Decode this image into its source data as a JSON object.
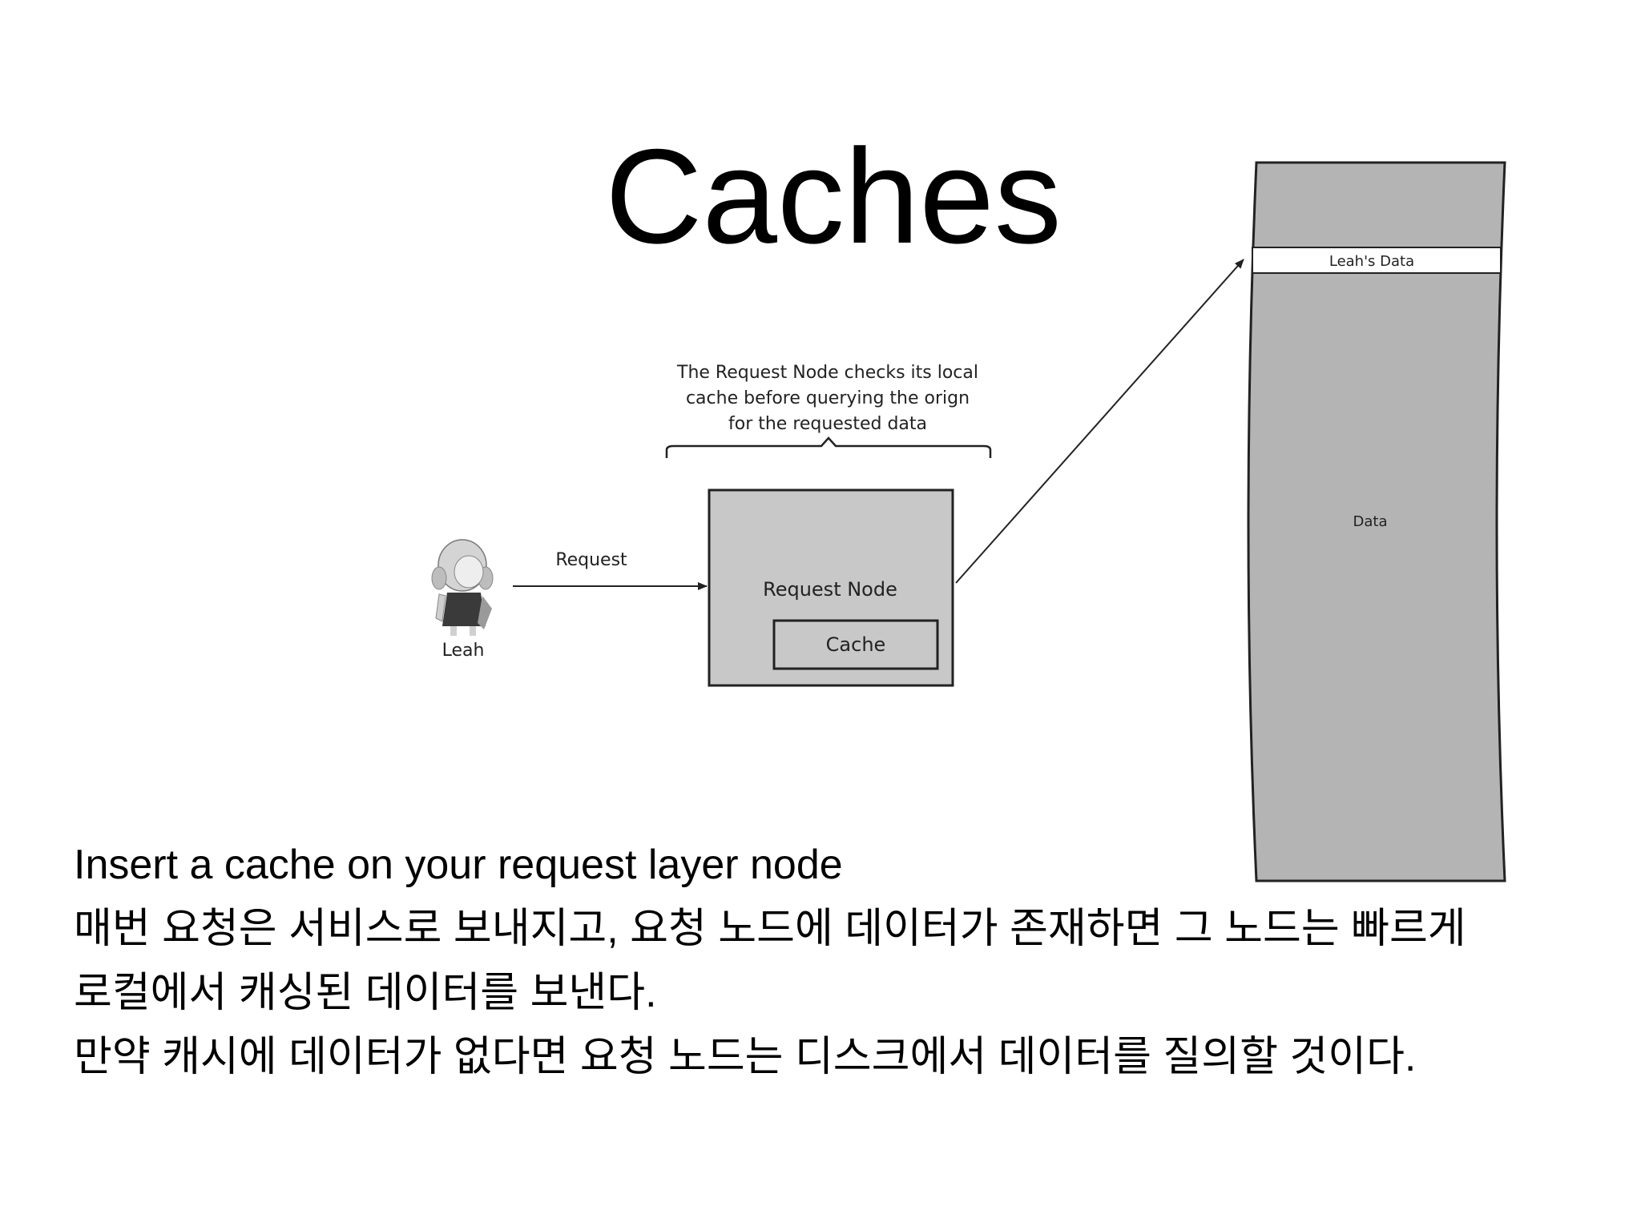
{
  "title": "Caches",
  "diagram": {
    "user_label": "Leah",
    "request_label": "Request",
    "annotation_lines": [
      "The Request Node checks its local",
      "cache before querying the orign",
      "for the requested data"
    ],
    "request_node_label": "Request Node",
    "cache_label": "Cache",
    "storage_record_label": "Leah's Data",
    "storage_label": "Data",
    "colors": {
      "node_fill": "#c8c8c8",
      "storage_fill": "#b4b4b4",
      "stroke": "#222222"
    },
    "icons": [
      "user-figure-icon",
      "arrow-right-icon",
      "arrow-diagonal-icon",
      "curly-brace-icon"
    ]
  },
  "body_lines": [
    "Insert a cache on your request layer node",
    "매번 요청은 서비스로 보내지고, 요청 노드에 데이터가 존재하면 그 노드는 빠르게",
    "로컬에서 캐싱된 데이터를 보낸다.",
    "만약 캐시에 데이터가 없다면 요청 노드는 디스크에서 데이터를 질의할 것이다."
  ]
}
